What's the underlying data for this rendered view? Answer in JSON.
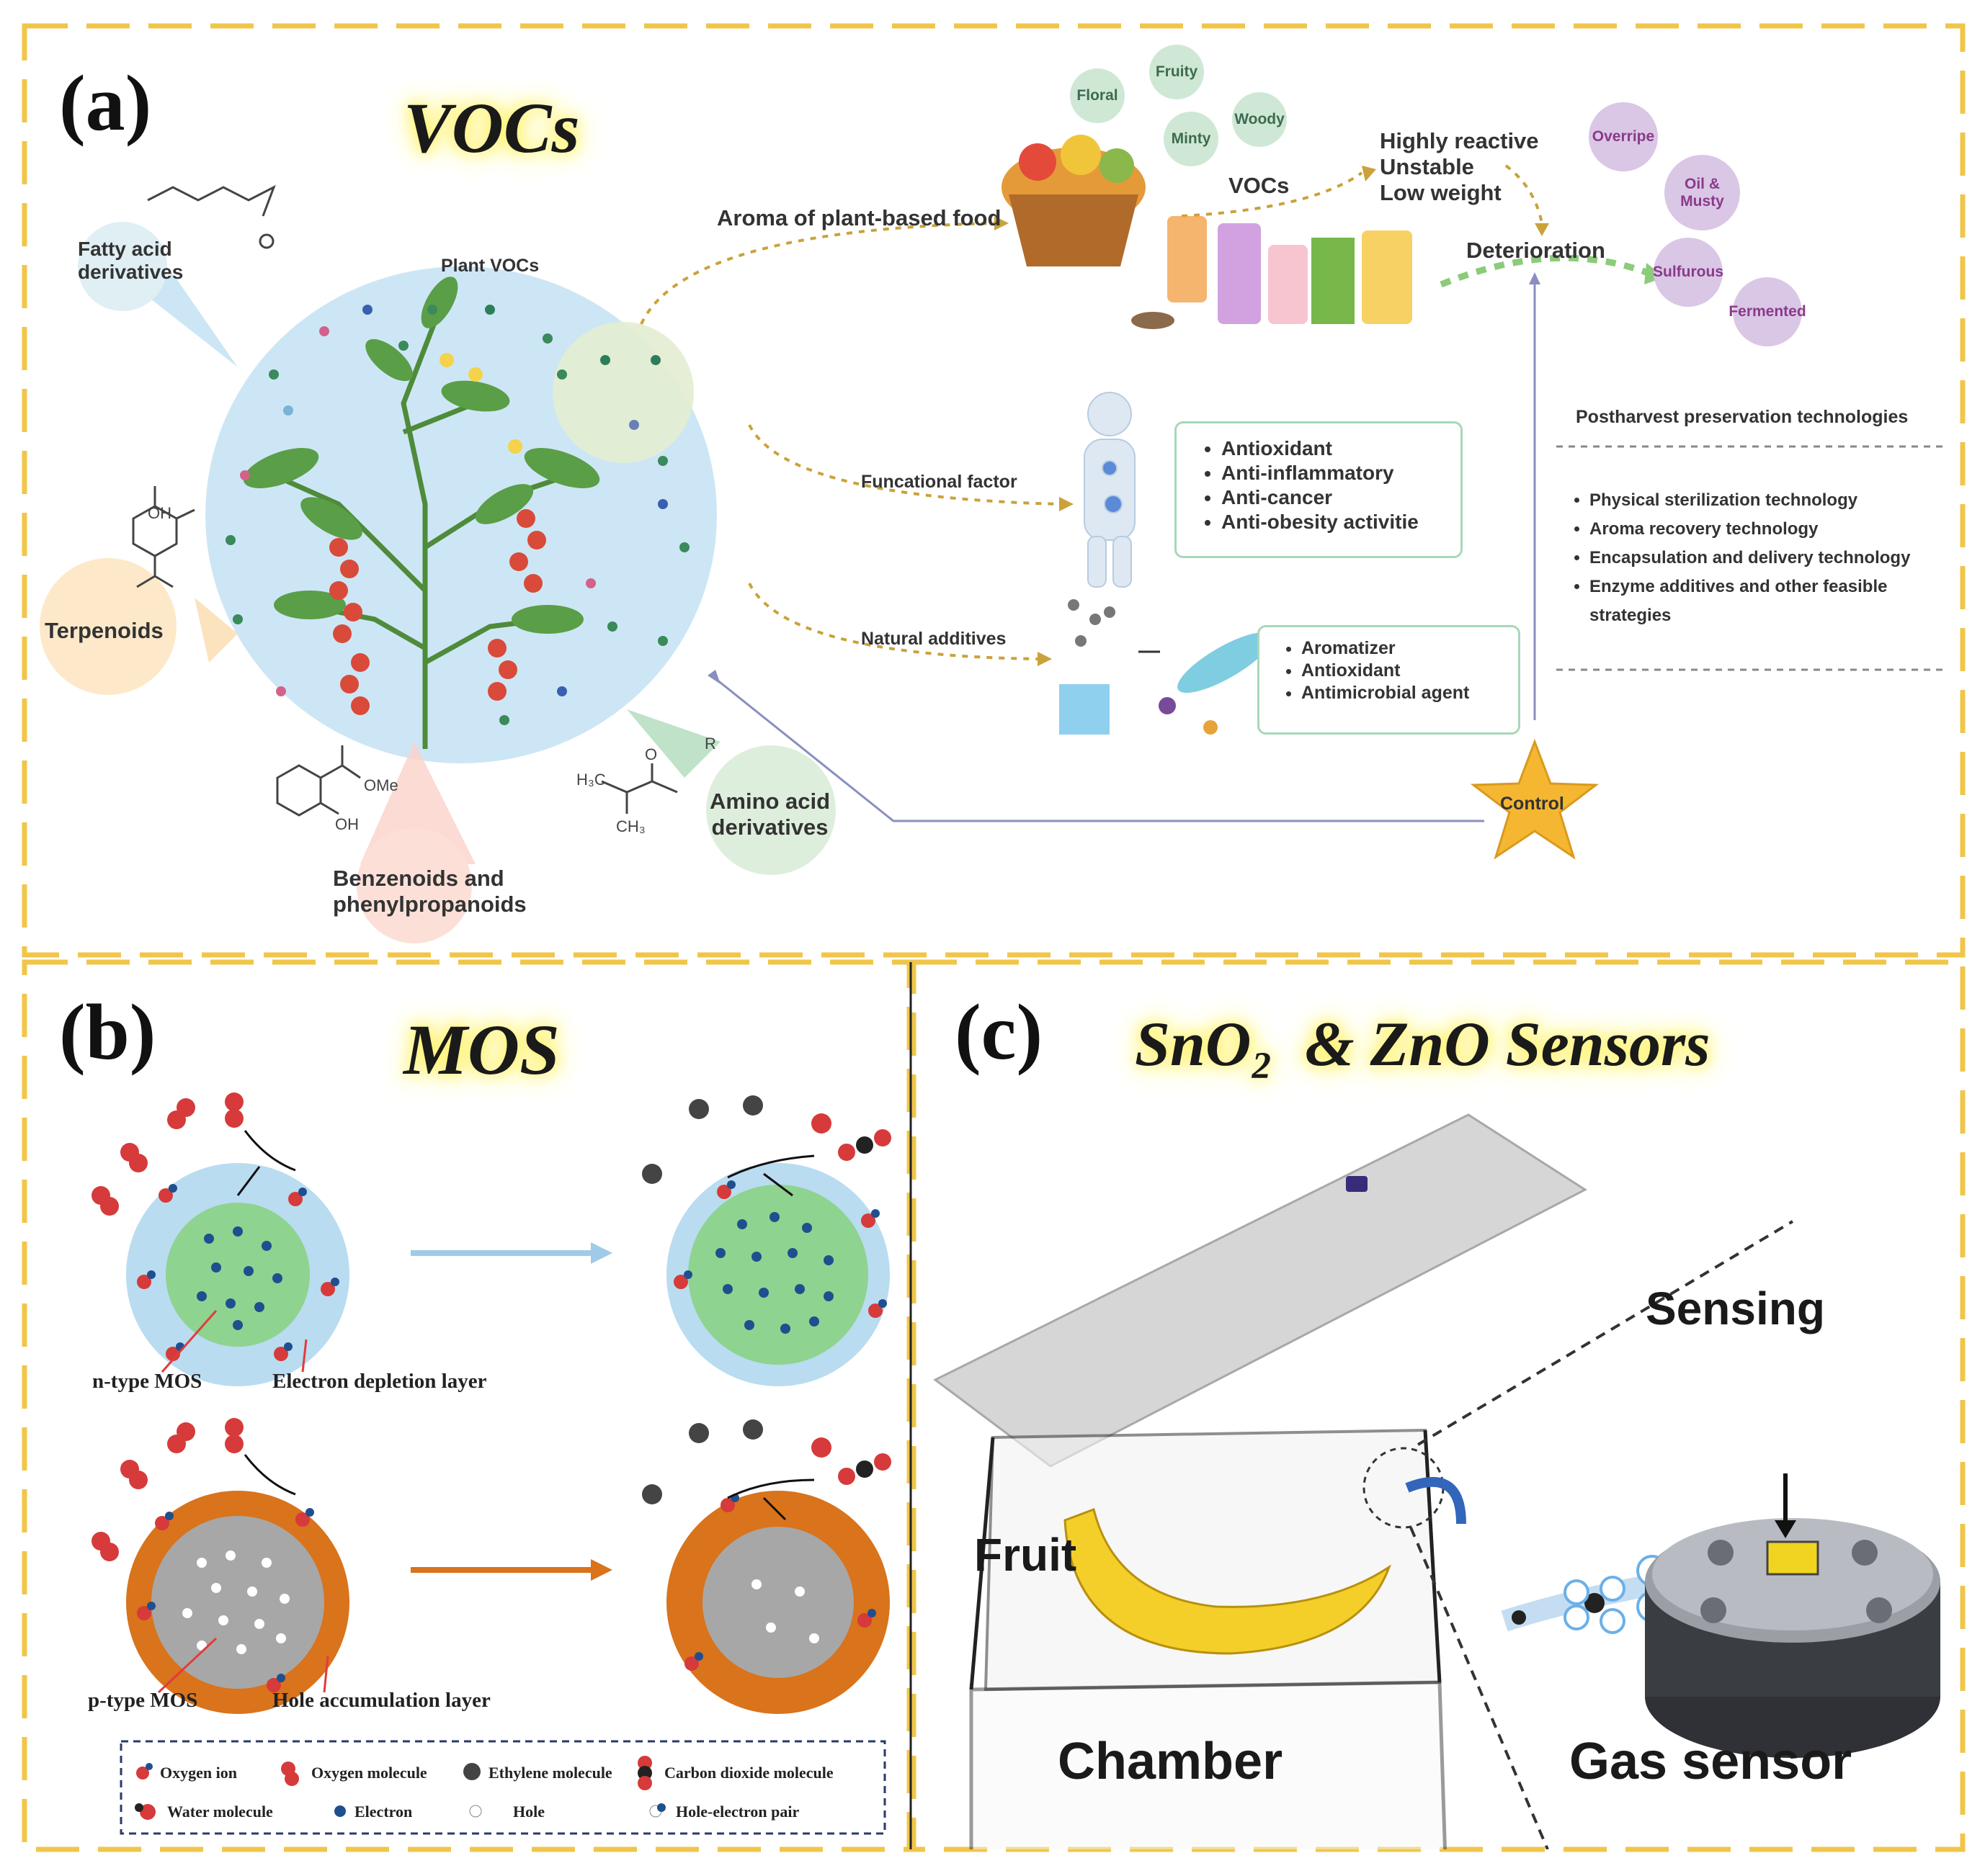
{
  "colors": {
    "frame": "#f0c64a",
    "bubble": "#cde6f5",
    "n_shell": "#b9dcf0",
    "n_core": "#8ed38f",
    "p_shell": "#d9731c",
    "p_core": "#a7a7a7",
    "star": "#f5b731"
  },
  "panel_a": {
    "letter": "(a)",
    "title": "VOCs",
    "plant_vocs": "Plant VOCs",
    "fatty_acid": "Fatty acid\nderivatives",
    "terpenoids": "Terpenoids",
    "benzenoids": "Benzenoids and\nphenylpropanoids",
    "amino_acid": "Amino acid\nderivatives",
    "aroma": "Aroma of plant-based food",
    "functional": "Funcational factor",
    "natural_additives": "Natural additives",
    "aroma_circles": [
      "Floral",
      "Fruity",
      "Minty",
      "Woody"
    ],
    "vocs_label": "VOCs",
    "properties": [
      "Highly reactive",
      "Unstable",
      "Low weight"
    ],
    "deterioration": "Deterioration",
    "deterioration_circles": [
      "Overripe",
      "Oil & Musty",
      "Sulfurous",
      "Fermented"
    ],
    "functional_list": [
      "Antioxidant",
      "Anti-inflammatory",
      "Anti-cancer",
      "Anti-obesity activitie"
    ],
    "additive_list": [
      "Aromatizer",
      "Antioxidant",
      "Antimicrobial agent"
    ],
    "control": "Control",
    "postharvest_title": "Postharvest preservation technologies",
    "postharvest_list": [
      "Physical sterilization technology",
      "Aroma recovery technology",
      "Encapsulation and delivery technology",
      "Enzyme additives and other feasible strategies"
    ],
    "chem_oh": "OH",
    "chem_ome": "OMe",
    "chem_oh2": "OH",
    "chem_h3c": "H₃C",
    "chem_o": "O",
    "chem_r": "R",
    "chem_ch3": "CH₃"
  },
  "panel_b": {
    "letter": "(b)",
    "title": "MOS",
    "n_type": "n-type MOS",
    "electron_depletion": "Electron depletion layer",
    "p_type": "p-type MOS",
    "hole_accumulation": "Hole accumulation layer",
    "legend": [
      "Oxygen ion",
      "Oxygen molecule",
      "Ethylene molecule",
      "Carbon dioxide molecule",
      "Water molecule",
      "Electron",
      "Hole",
      "Hole-electron pair"
    ]
  },
  "panel_c": {
    "letter": "(c)",
    "title": "SnO₂  & ZnO Sensors",
    "sensing": "Sensing",
    "fruit": "Fruit",
    "chamber": "Chamber",
    "gas_sensor": "Gas sensor"
  }
}
